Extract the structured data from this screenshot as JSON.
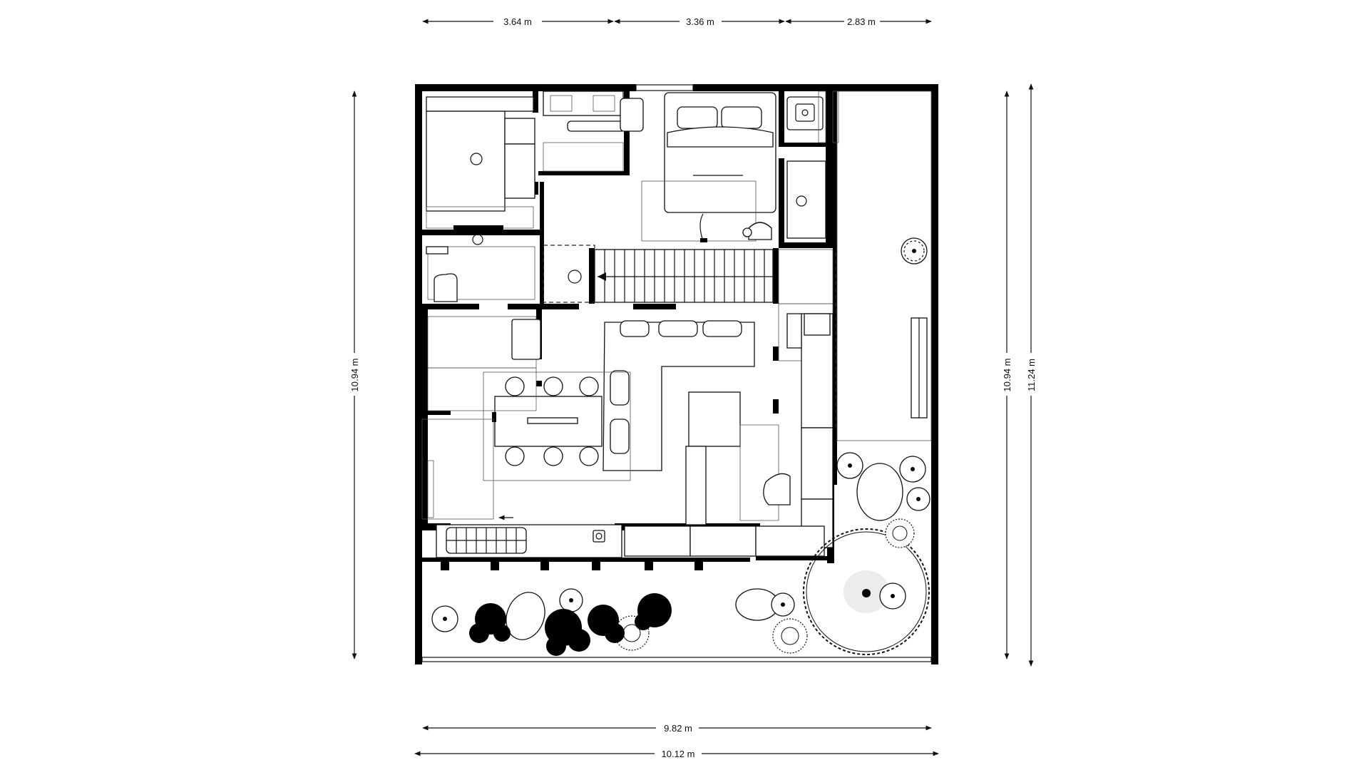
{
  "plan": {
    "dimensions": {
      "top": [
        "3.64 m",
        "3.36 m",
        "2.83 m"
      ],
      "left": "10.94 m",
      "right_inner": "10.94 m",
      "right_outer": "11.24 m",
      "bottom_inner": "9.82 m",
      "bottom_outer": "10.12 m"
    }
  }
}
